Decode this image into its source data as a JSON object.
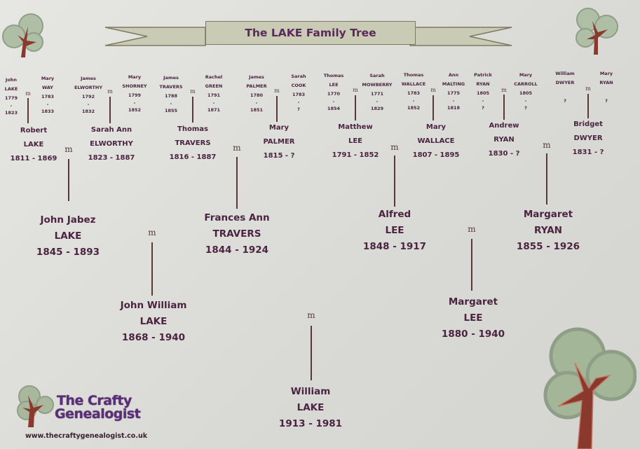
{
  "title": "The LAKE Family Tree",
  "colors": {
    "background": "#dcdcd8",
    "text": "#4a2440",
    "banner_fill": "#c9cbb4",
    "banner_border": "#7d7a60",
    "logo_text": "#5a2f78",
    "tree_leaf": "#a9b89c",
    "tree_trunk": "#8a3a2c",
    "connector": "#5a3838"
  },
  "marriage_symbol": "m",
  "great_grandparents": [
    {
      "first": "John",
      "last": "LAKE",
      "born": "1779",
      "died": "1823"
    },
    {
      "first": "Mary",
      "last": "WAY",
      "born": "1783",
      "died": "1833"
    },
    {
      "first": "James",
      "last": "ELWORTHY",
      "born": "1792",
      "died": "1832"
    },
    {
      "first": "Mary",
      "last": "SHORNEY",
      "born": "1799",
      "died": "1852"
    },
    {
      "first": "James",
      "last": "TRAVERS",
      "born": "1788",
      "died": "1855"
    },
    {
      "first": "Rachel",
      "last": "GREEN",
      "born": "1791",
      "died": "1871"
    },
    {
      "first": "James",
      "last": "PALMER",
      "born": "1780",
      "died": "1851"
    },
    {
      "first": "Sarah",
      "last": "COOK",
      "born": "1783",
      "died": "?"
    },
    {
      "first": "Thomas",
      "last": "LEE",
      "born": "1770",
      "died": "1854"
    },
    {
      "first": "Sarah",
      "last": "MOWBERRY",
      "born": "1771",
      "died": "1829"
    },
    {
      "first": "Thomas",
      "last": "WALLACE",
      "born": "1783",
      "died": "1852"
    },
    {
      "first": "Ann",
      "last": "MALTING",
      "born": "1775",
      "died": "1818"
    },
    {
      "first": "Patrick",
      "last": "RYAN",
      "born": "1805",
      "died": "?"
    },
    {
      "first": "Mary",
      "last": "CARROLL",
      "born": "1805",
      "died": "?"
    },
    {
      "first": "William",
      "last": "DWYER",
      "born": "",
      "died": "?"
    },
    {
      "first": "Mary",
      "last": "RYAN",
      "born": "",
      "died": "?"
    }
  ],
  "grandparents_row": [
    {
      "first": "Robert",
      "last": "LAKE",
      "dates": "1811 - 1869"
    },
    {
      "first": "Sarah Ann",
      "last": "ELWORTHY",
      "dates": "1823 - 1887"
    },
    {
      "first": "Thomas",
      "last": "TRAVERS",
      "dates": "1816 - 1887"
    },
    {
      "first": "Mary",
      "last": "PALMER",
      "dates": "1815 - ?"
    },
    {
      "first": "Matthew",
      "last": "LEE",
      "dates": "1791 - 1852"
    },
    {
      "first": "Mary",
      "last": "WALLACE",
      "dates": "1807 - 1895"
    },
    {
      "first": "Andrew",
      "last": "RYAN",
      "dates": "1830 - ?"
    },
    {
      "first": "Bridget",
      "last": "DWYER",
      "dates": "1831 - ?"
    }
  ],
  "parents_row": [
    {
      "first": "John Jabez",
      "last": "LAKE",
      "dates": "1845 - 1893"
    },
    {
      "first": "Frances Ann",
      "last": "TRAVERS",
      "dates": "1844 - 1924"
    },
    {
      "first": "Alfred",
      "last": "LEE",
      "dates": "1848 - 1917"
    },
    {
      "first": "Margaret",
      "last": "RYAN",
      "dates": "1855 - 1926"
    }
  ],
  "children_row": [
    {
      "first": "John William",
      "last": "LAKE",
      "dates": "1868 - 1940"
    },
    {
      "first": "Margaret",
      "last": "LEE",
      "dates": "1880 - 1940"
    }
  ],
  "root": {
    "first": "William",
    "last": "LAKE",
    "dates": "1913 - 1981"
  },
  "logo": {
    "line1": "The Crafty",
    "line2": "Genealogist",
    "url": "www.thecraftygenealogist.co.uk"
  }
}
